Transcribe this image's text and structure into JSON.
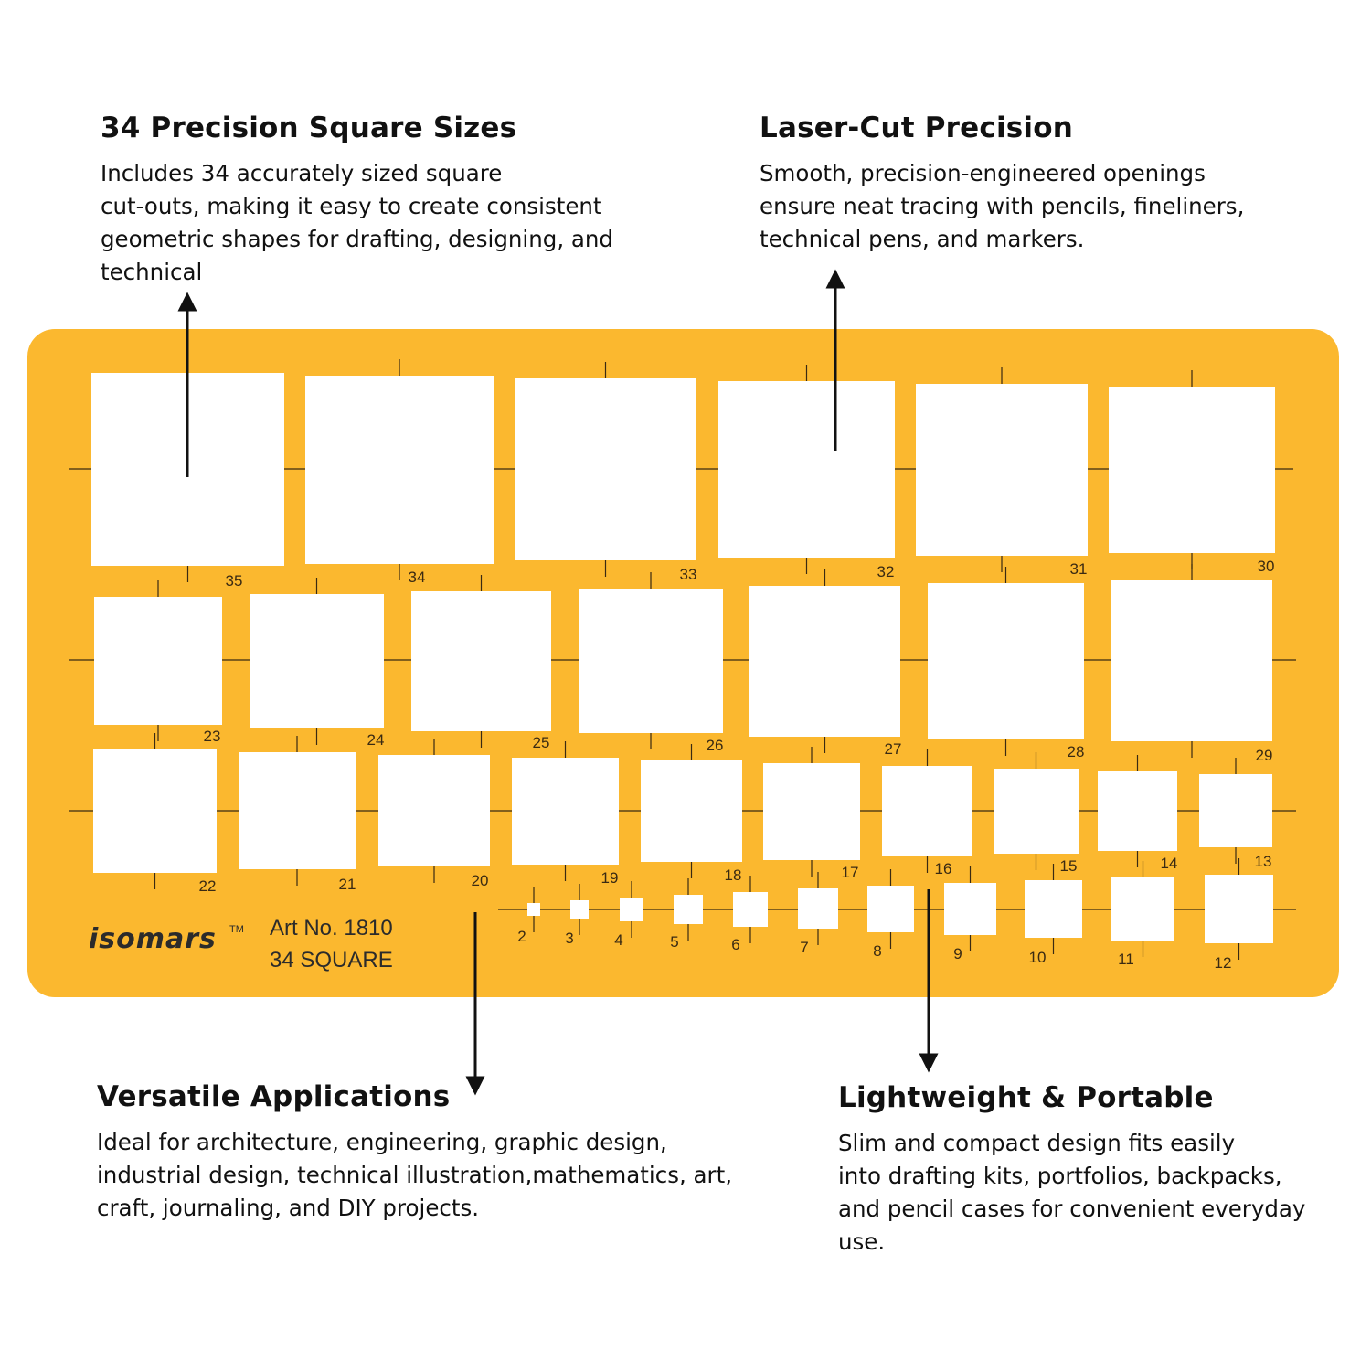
{
  "colors": {
    "stencil": "#fbb82f",
    "cutout": "#ffffff",
    "ink": "#3a2a12",
    "arrow": "#111111"
  },
  "features": {
    "top_left": {
      "title": "34 Precision Square Sizes",
      "lines": [
        "Includes 34 accurately sized square",
        "cut-outs, making it easy to create consistent",
        "geometric shapes for drafting, designing, and",
        "technical"
      ]
    },
    "top_right": {
      "title": "Laser-Cut Precision",
      "lines": [
        "Smooth, precision-engineered openings",
        "ensure neat tracing with pencils, fineliners,",
        "technical pens, and markers."
      ]
    },
    "bottom_left": {
      "title": "Versatile Applications",
      "lines": [
        "Ideal for architecture, engineering, graphic design,",
        "industrial design, technical illustration,mathematics, art,",
        "craft, journaling, and DIY projects."
      ]
    },
    "bottom_right": {
      "title": "Lightweight & Portable",
      "lines": [
        "Slim and compact design fits easily",
        "into drafting kits, portfolios, backpacks,",
        "and pencil cases for convenient everyday",
        "use."
      ]
    }
  },
  "stencil": {
    "brand": "isomars",
    "trademark": "TM",
    "art_number": "Art No. 1810",
    "product_name": "34 SQUARE",
    "size_labels": [
      "35",
      "34",
      "33",
      "32",
      "31",
      "30",
      "23",
      "24",
      "25",
      "26",
      "27",
      "28",
      "29",
      "22",
      "21",
      "20",
      "19",
      "18",
      "17",
      "16",
      "15",
      "14",
      "13",
      "2",
      "3",
      "4",
      "5",
      "6",
      "7",
      "8",
      "9",
      "10",
      "11",
      "12"
    ]
  }
}
